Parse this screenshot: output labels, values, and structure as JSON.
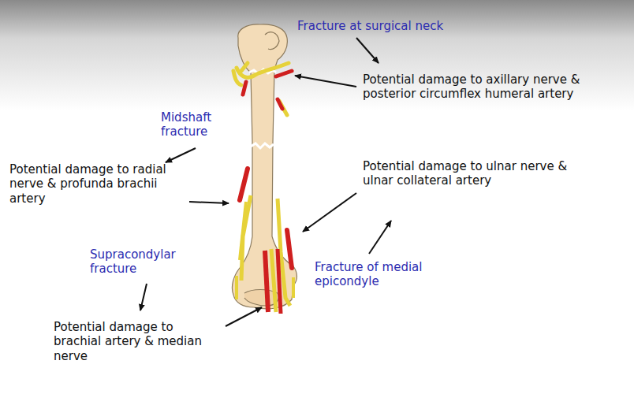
{
  "diagram": {
    "labels": [
      "Fracture at surgical neck",
      "Potential damage to axillary nerve & posterior circumflex humeral artery",
      "Midshaft fracture",
      "Potential damage to radial nerve & profunda brachii artery",
      "Potential damage to ulnar nerve & ulnar collateral artery",
      "Supracondylar fracture",
      "Fracture of medial epicondyle",
      "Potential damage to brachial artery & median nerve"
    ]
  }
}
